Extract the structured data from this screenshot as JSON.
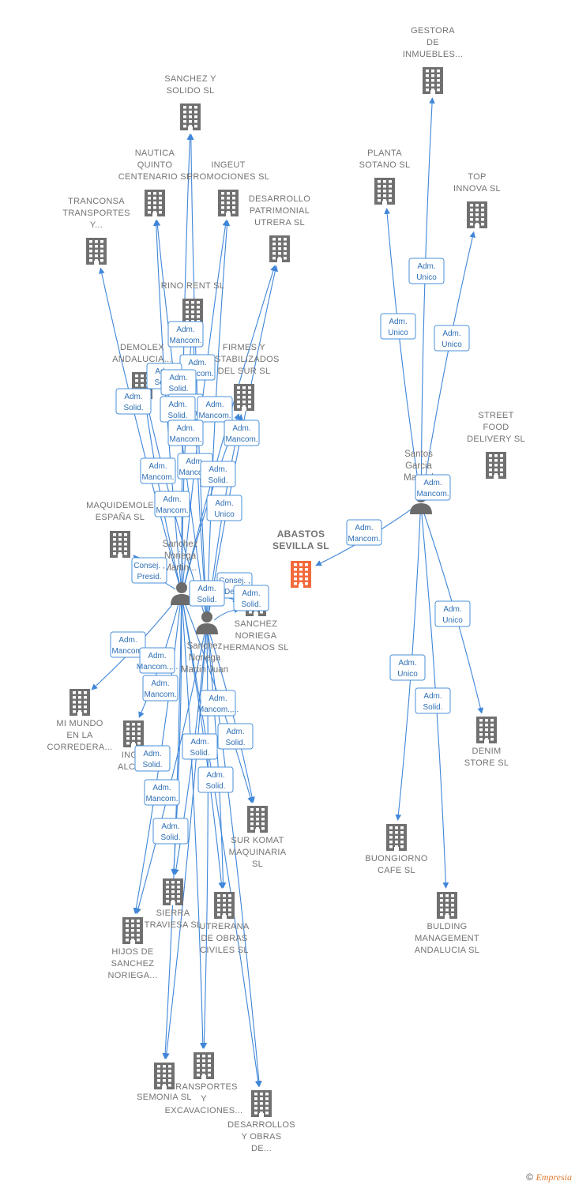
{
  "colors": {
    "edge": "#3f86d8",
    "building": "#707070",
    "building_main": "#f26a3c",
    "person": "#6b6b6b"
  },
  "companies": [
    {
      "id": "gestora",
      "lines": [
        "GESTORA",
        "DE",
        "INMUEBLES..."
      ],
      "main": false
    },
    {
      "id": "sanchez_solido",
      "lines": [
        "SANCHEZ Y",
        "SOLIDO  SL"
      ],
      "main": false
    },
    {
      "id": "nautica",
      "lines": [
        "NAUTICA",
        "QUINTO",
        "CENTENARIO SL"
      ],
      "main": false
    },
    {
      "id": "ingeut",
      "lines": [
        "INGEUT",
        "PROMOCIONES SL"
      ],
      "main": false
    },
    {
      "id": "planta_sotano",
      "lines": [
        "PLANTA",
        "SOTANO SL"
      ],
      "main": false
    },
    {
      "id": "top_innova",
      "lines": [
        "TOP",
        "INNOVA  SL"
      ],
      "main": false
    },
    {
      "id": "tranconsa",
      "lines": [
        "TRANCONSA",
        "TRANSPORTES",
        "Y..."
      ],
      "main": false
    },
    {
      "id": "desarrollo_patrimonial",
      "lines": [
        "DESARROLLO",
        "PATRIMONIAL",
        "UTRERA  SL"
      ],
      "main": false
    },
    {
      "id": "rino_rent",
      "lines": [
        "RINO RENT SL"
      ],
      "main": false
    },
    {
      "id": "demolex",
      "lines": [
        "DEMOLEX",
        "ANDALUCIA..."
      ],
      "main": false
    },
    {
      "id": "firmes",
      "lines": [
        "FIRMES Y",
        "ESTABILIZADOS",
        "DEL SUR SL"
      ],
      "main": false
    },
    {
      "id": "street_food",
      "lines": [
        "STREET",
        "FOOD",
        "DELIVERY  SL"
      ],
      "main": false
    },
    {
      "id": "maquidemole",
      "lines": [
        "MAQUIDEMOLE",
        "ESPAÑA  SL"
      ],
      "main": false
    },
    {
      "id": "abastos",
      "lines": [
        "ABASTOS",
        "SEVILLA  SL"
      ],
      "main": true
    },
    {
      "id": "sanchez_noriega_hermanos",
      "lines": [
        "SANCHEZ",
        "NORIEGA",
        "HERMANOS  SL"
      ],
      "main": false
    },
    {
      "id": "mi_mundo",
      "lines": [
        "MI MUNDO",
        "EN LA",
        "CORREDERA..."
      ],
      "main": false
    },
    {
      "id": "ing_alca",
      "lines": [
        "ING...",
        "ALCA..."
      ],
      "main": false
    },
    {
      "id": "denim",
      "lines": [
        "DENIM",
        "STORE  SL"
      ],
      "main": false
    },
    {
      "id": "sur_komat",
      "lines": [
        "SUR KOMAT",
        "MAQUINARIA",
        "SL"
      ],
      "main": false
    },
    {
      "id": "buongiorno",
      "lines": [
        "BUONGIORNO",
        "CAFE  SL"
      ],
      "main": false
    },
    {
      "id": "sierra",
      "lines": [
        "SIERRA",
        "TRAVIESA SL"
      ],
      "main": false
    },
    {
      "id": "utrerana",
      "lines": [
        "UTRERANA",
        "DE OBRAS",
        "CIVILES  SL"
      ],
      "main": false
    },
    {
      "id": "hijos",
      "lines": [
        "HIJOS DE",
        "SANCHEZ",
        "NORIEGA..."
      ],
      "main": false
    },
    {
      "id": "bulding",
      "lines": [
        "BULDING",
        "MANAGEMENT",
        "ANDALUCIA  SL"
      ],
      "main": false
    },
    {
      "id": "semonia",
      "lines": [
        "SEMONIA  SL"
      ],
      "main": false
    },
    {
      "id": "transportes_exc",
      "lines": [
        "TRANSPORTES",
        "Y",
        "EXCAVACIONES..."
      ],
      "main": false
    },
    {
      "id": "desarrollos_obras",
      "lines": [
        "DESARROLLOS",
        "Y OBRAS",
        "DE..."
      ],
      "main": false
    }
  ],
  "persons": [
    {
      "id": "santos",
      "lines": [
        "Santos",
        "Garcia",
        "Manuel"
      ]
    },
    {
      "id": "sn1",
      "lines": [
        "Sanchez",
        "Noriega",
        "Martin..."
      ]
    },
    {
      "id": "sn2",
      "lines": [
        "Sanchez",
        "Noriega",
        "Martin Juan"
      ]
    }
  ],
  "roles": [
    {
      "lines": [
        "Adm.",
        "Unico"
      ]
    },
    {
      "lines": [
        "Adm.",
        "Unico"
      ]
    },
    {
      "lines": [
        "Adm.",
        "Unico"
      ]
    },
    {
      "lines": [
        "Adm.",
        "Mancom."
      ]
    },
    {
      "lines": [
        "Adm.",
        "Mancom."
      ]
    },
    {
      "lines": [
        "Adm.",
        "Unico"
      ]
    },
    {
      "lines": [
        "Adm.",
        "Unico"
      ]
    },
    {
      "lines": [
        "Adm.",
        "Solid."
      ]
    },
    {
      "lines": [
        "Adm.",
        "Mancom."
      ]
    },
    {
      "lines": [
        "Adm.",
        "Mancom."
      ]
    },
    {
      "lines": [
        "Adm.",
        "Solid."
      ]
    },
    {
      "lines": [
        "Adm.",
        "Solid."
      ]
    },
    {
      "lines": [
        "Adm.",
        "Solid."
      ]
    },
    {
      "lines": [
        "Adm.",
        "Mancom."
      ]
    },
    {
      "lines": [
        "Adm.",
        "Solid."
      ]
    },
    {
      "lines": [
        "Adm.",
        "Mancom."
      ]
    },
    {
      "lines": [
        "Adm.",
        "Mancom."
      ]
    },
    {
      "lines": [
        "Adm.",
        "Mancom."
      ]
    },
    {
      "lines": [
        "Adm.",
        "Mancom."
      ]
    },
    {
      "lines": [
        "Adm.",
        "Solid."
      ]
    },
    {
      "lines": [
        "Adm.",
        "Mancom."
      ]
    },
    {
      "lines": [
        "Adm.",
        "Mancom."
      ]
    },
    {
      "lines": [
        "Adm.",
        "Unico"
      ]
    },
    {
      "lines": [
        "Consej. ,",
        "Presid."
      ]
    },
    {
      "lines": [
        "Consej. ,",
        "Del...."
      ]
    },
    {
      "lines": [
        "Adm.",
        "Solid."
      ]
    },
    {
      "lines": [
        "Adm.",
        "Solid."
      ]
    },
    {
      "lines": [
        "Adm.",
        "Mancom."
      ]
    },
    {
      "lines": [
        "Adm.",
        "Mancom.,..."
      ]
    },
    {
      "lines": [
        "Adm.",
        "Mancom."
      ]
    },
    {
      "lines": [
        "Adm.",
        "Mancom.,..."
      ]
    },
    {
      "lines": [
        "Adm.",
        "Solid."
      ]
    },
    {
      "lines": [
        "Adm.",
        "Solid."
      ]
    },
    {
      "lines": [
        "Adm.",
        "Solid."
      ]
    },
    {
      "lines": [
        "Adm.",
        "Solid."
      ]
    },
    {
      "lines": [
        "Adm.",
        "Mancom."
      ]
    },
    {
      "lines": [
        "Adm.",
        "Solid."
      ]
    }
  ],
  "edges": [
    [
      "santos",
      "gestora"
    ],
    [
      "santos",
      "planta_sotano"
    ],
    [
      "santos",
      "top_innova"
    ],
    [
      "santos",
      "abastos"
    ],
    [
      "santos",
      "denim"
    ],
    [
      "santos",
      "buongiorno"
    ],
    [
      "santos",
      "bulding"
    ],
    [
      "sn1",
      "sanchez_solido"
    ],
    [
      "sn1",
      "nautica"
    ],
    [
      "sn1",
      "ingeut"
    ],
    [
      "sn1",
      "tranconsa"
    ],
    [
      "sn1",
      "desarrollo_patrimonial"
    ],
    [
      "sn1",
      "rino_rent"
    ],
    [
      "sn1",
      "demolex"
    ],
    [
      "sn1",
      "firmes"
    ],
    [
      "sn1",
      "maquidemole"
    ],
    [
      "sn1",
      "sanchez_noriega_hermanos"
    ],
    [
      "sn1",
      "mi_mundo"
    ],
    [
      "sn1",
      "ing_alca"
    ],
    [
      "sn1",
      "sur_komat"
    ],
    [
      "sn1",
      "sierra"
    ],
    [
      "sn1",
      "utrerana"
    ],
    [
      "sn1",
      "hijos"
    ],
    [
      "sn1",
      "semonia"
    ],
    [
      "sn1",
      "transportes_exc"
    ],
    [
      "sn1",
      "desarrollos_obras"
    ],
    [
      "sn2",
      "sanchez_solido"
    ],
    [
      "sn2",
      "nautica"
    ],
    [
      "sn2",
      "ingeut"
    ],
    [
      "sn2",
      "desarrollo_patrimonial"
    ],
    [
      "sn2",
      "rino_rent"
    ],
    [
      "sn2",
      "demolex"
    ],
    [
      "sn2",
      "firmes"
    ],
    [
      "sn2",
      "sanchez_noriega_hermanos"
    ],
    [
      "sn2",
      "sur_komat"
    ],
    [
      "sn2",
      "hijos"
    ],
    [
      "sn2",
      "semonia"
    ],
    [
      "sn2",
      "transportes_exc"
    ],
    [
      "sn2",
      "desarrollos_obras"
    ],
    [
      "sn2",
      "utrerana"
    ],
    [
      "sn2",
      "sierra"
    ]
  ],
  "footer": {
    "copyright": "©",
    "brand": "Empresia"
  }
}
